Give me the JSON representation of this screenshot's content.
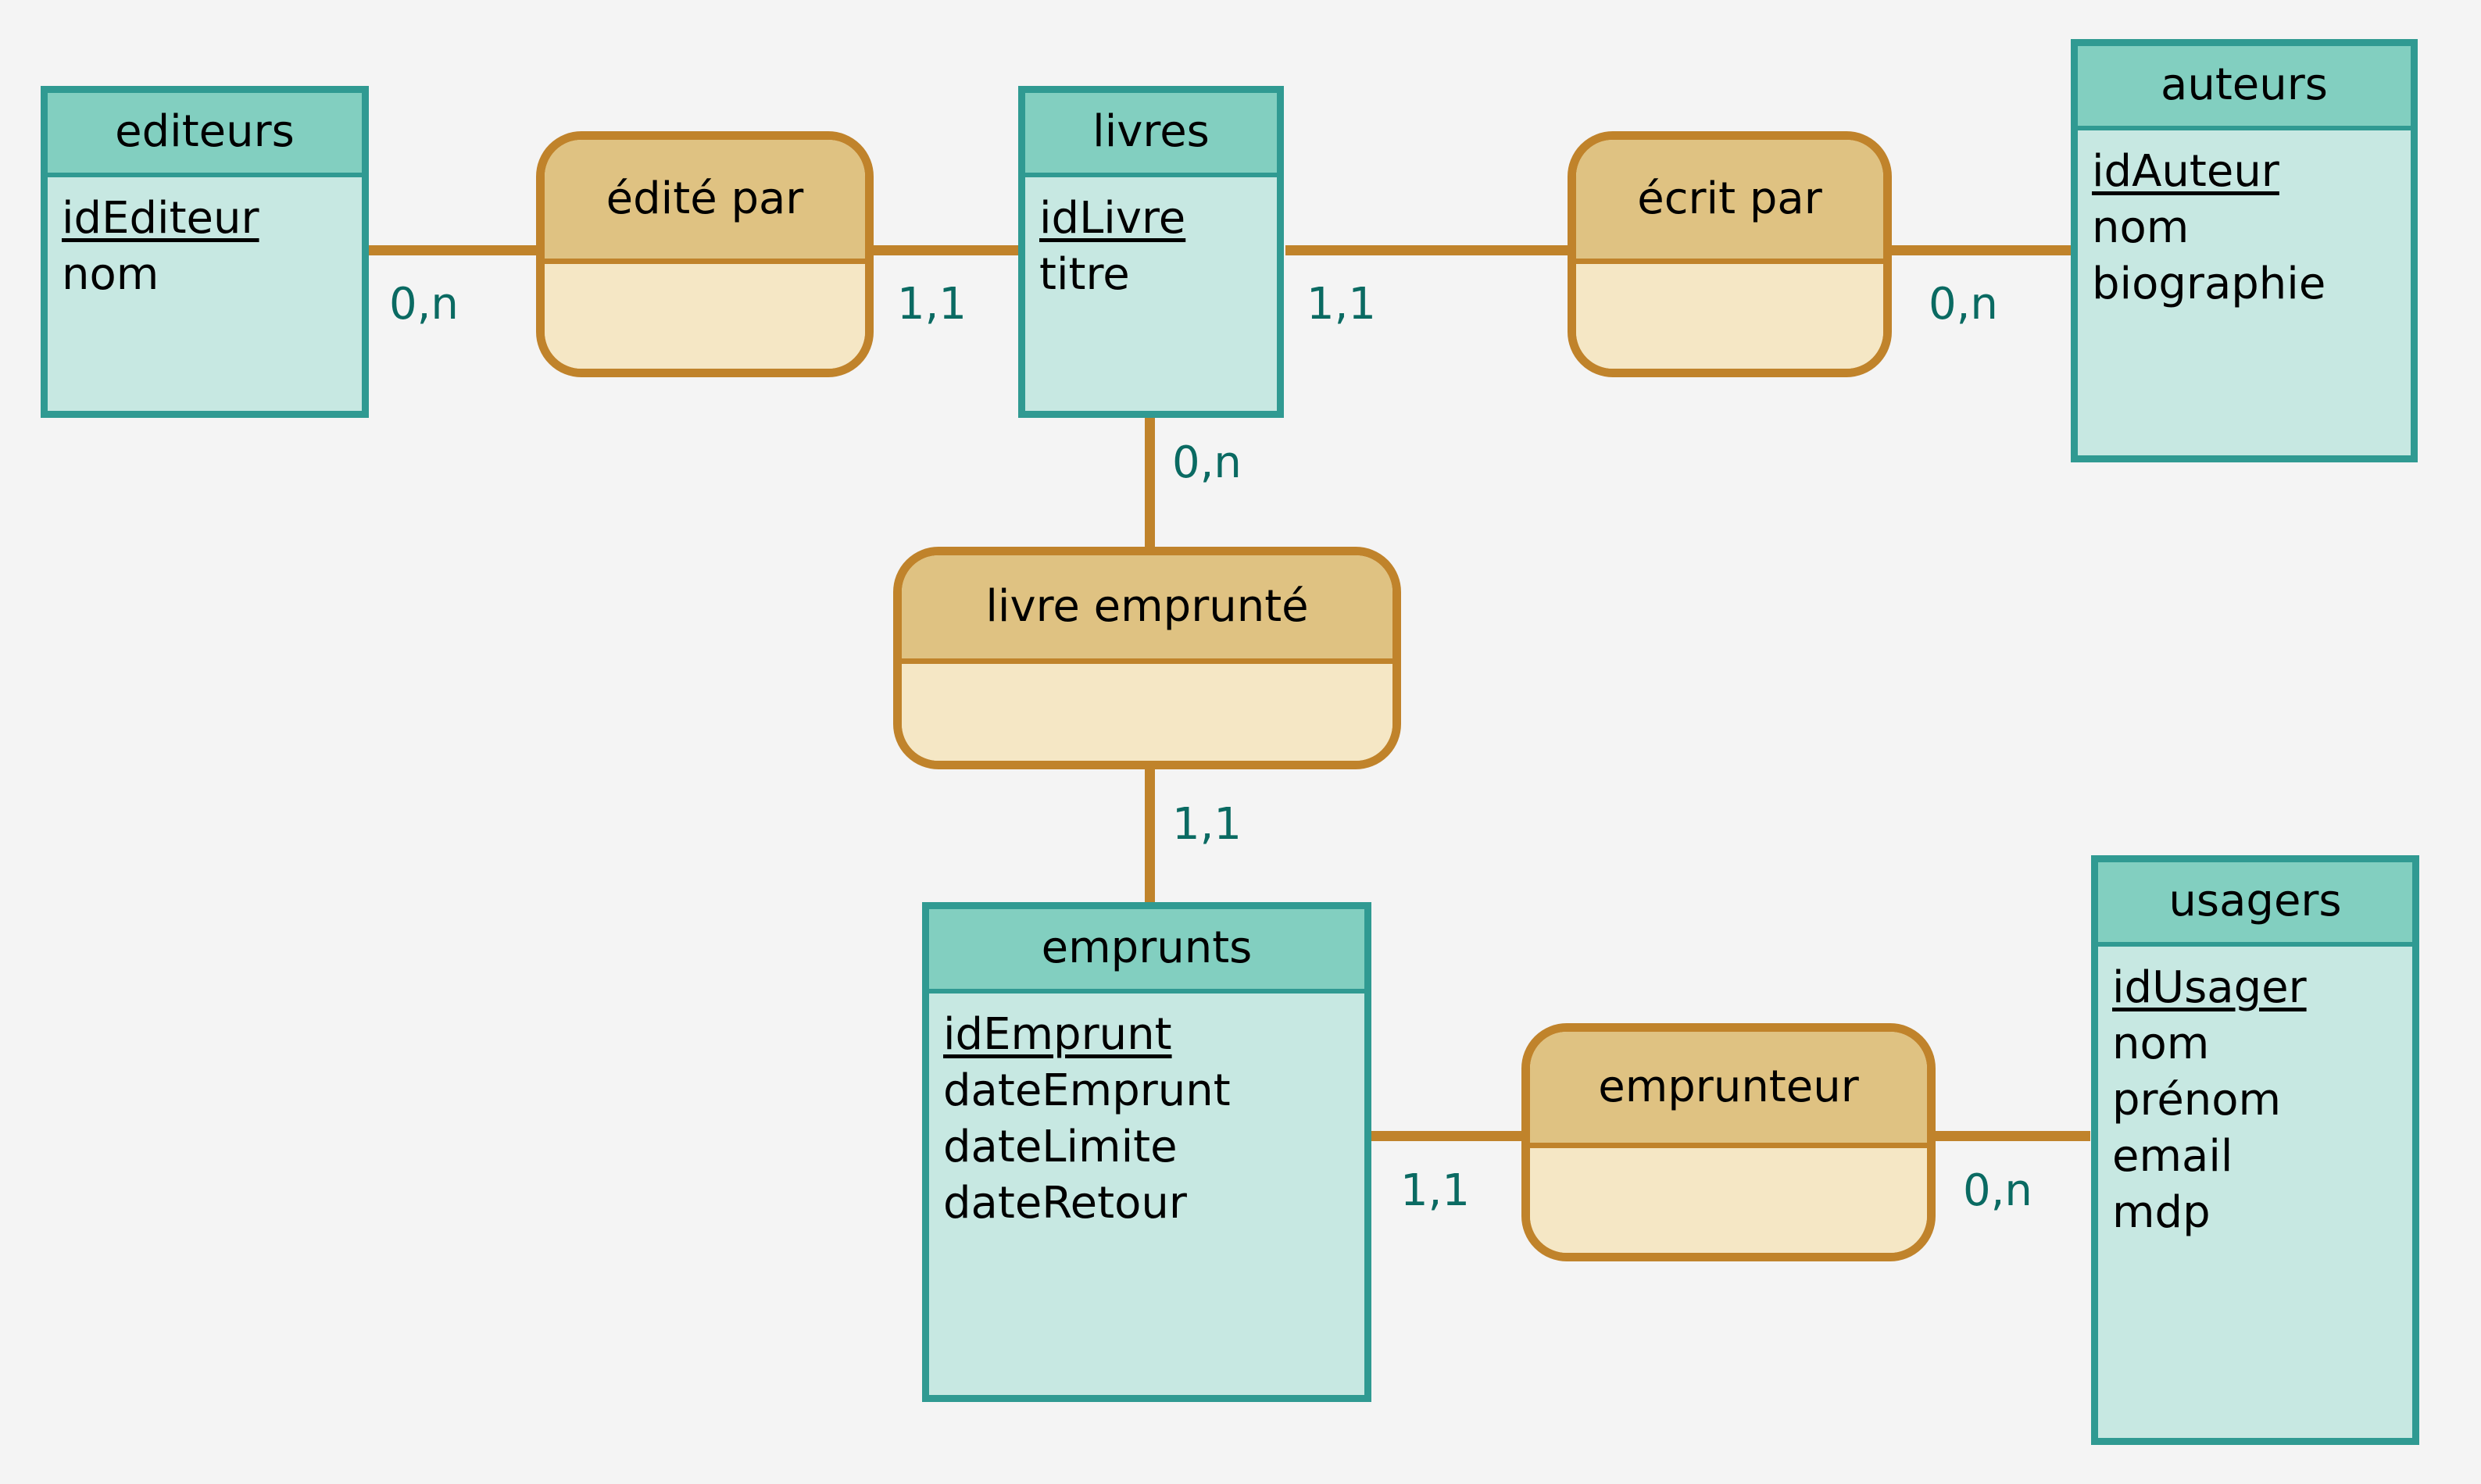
{
  "diagram": {
    "type": "entity-relationship",
    "notation": "merise",
    "title": "",
    "background_color": "#F4F4F4",
    "entity_header_color": "#82CFC0",
    "entity_body_color": "#C7E8E2",
    "entity_border_color": "#309A92",
    "relation_header_color": "#DFC282",
    "relation_body_color": "#F5E7C5",
    "relation_border_color": "#C0832B",
    "cardinality_color": "#0A6A62"
  },
  "entities": [
    {
      "id": "editeurs",
      "name": "editeurs",
      "attributes": [
        {
          "name": "idEditeur",
          "key": true
        },
        {
          "name": "nom",
          "key": false
        }
      ]
    },
    {
      "id": "livres",
      "name": "livres",
      "attributes": [
        {
          "name": "idLivre",
          "key": true
        },
        {
          "name": "titre",
          "key": false
        }
      ]
    },
    {
      "id": "auteurs",
      "name": "auteurs",
      "attributes": [
        {
          "name": "idAuteur",
          "key": true
        },
        {
          "name": "nom",
          "key": false
        },
        {
          "name": "biographie",
          "key": false
        }
      ]
    },
    {
      "id": "emprunts",
      "name": "emprunts",
      "attributes": [
        {
          "name": "idEmprunt",
          "key": true
        },
        {
          "name": "dateEmprunt",
          "key": false
        },
        {
          "name": "dateLimite",
          "key": false
        },
        {
          "name": "dateRetour",
          "key": false
        }
      ]
    },
    {
      "id": "usagers",
      "name": "usagers",
      "attributes": [
        {
          "name": "idUsager",
          "key": true
        },
        {
          "name": "nom",
          "key": false
        },
        {
          "name": "prénom",
          "key": false
        },
        {
          "name": "email",
          "key": false
        },
        {
          "name": "mdp",
          "key": false
        }
      ]
    }
  ],
  "relationships": [
    {
      "id": "edite-par",
      "name": "édité par",
      "attributes": []
    },
    {
      "id": "ecrit-par",
      "name": "écrit par",
      "attributes": []
    },
    {
      "id": "livre-emprunte",
      "name": "livre emprunté",
      "attributes": []
    },
    {
      "id": "emprunteur",
      "name": "emprunteur",
      "attributes": []
    }
  ],
  "cardinalities": [
    {
      "id": "c1",
      "value": "0,n",
      "from": "editeurs",
      "to": "edite-par"
    },
    {
      "id": "c2",
      "value": "1,1",
      "from": "livres",
      "to": "edite-par"
    },
    {
      "id": "c3",
      "value": "1,1",
      "from": "livres",
      "to": "ecrit-par"
    },
    {
      "id": "c4",
      "value": "0,n",
      "from": "auteurs",
      "to": "ecrit-par"
    },
    {
      "id": "c5",
      "value": "0,n",
      "from": "livres",
      "to": "livre-emprunte"
    },
    {
      "id": "c6",
      "value": "1,1",
      "from": "emprunts",
      "to": "livre-emprunte"
    },
    {
      "id": "c7",
      "value": "1,1",
      "from": "emprunts",
      "to": "emprunteur"
    },
    {
      "id": "c8",
      "value": "0,n",
      "from": "usagers",
      "to": "emprunteur"
    }
  ]
}
